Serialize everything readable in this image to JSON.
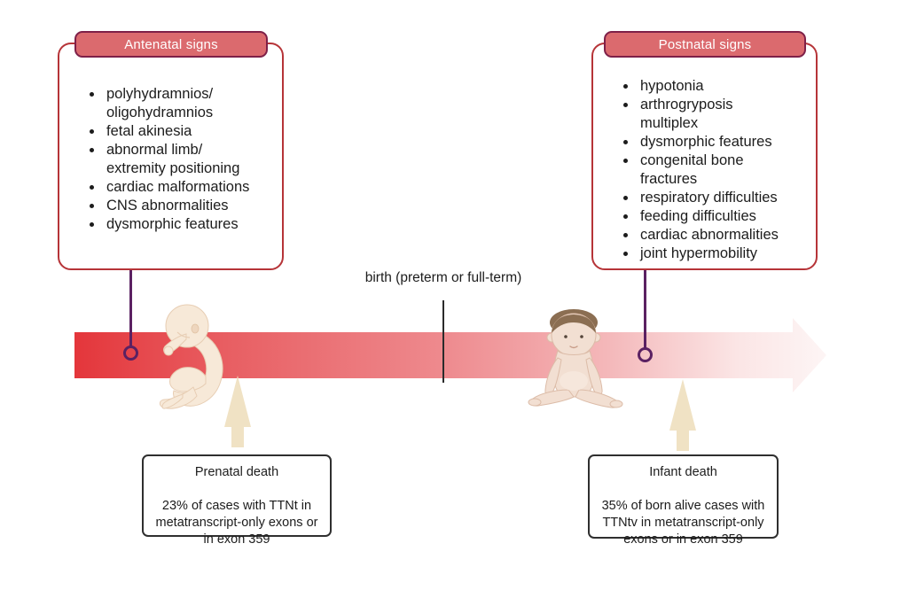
{
  "figure": {
    "type": "timeline-diagram",
    "topic": "antenatal and postnatal signs with prenatal and infant death statistics"
  },
  "colors": {
    "header_fill": "#db6a6e",
    "header_border": "#7e2048",
    "panel_border": "#b63438",
    "connector_purple": "#5b2162",
    "timeline_red_start": "#e4363b",
    "timeline_red_end": "#fdf5f5",
    "cream_arrow": "#f0e2c4",
    "death_box_border": "#2f2f2f",
    "text": "#1c1c1c",
    "header_text": "#ffffff"
  },
  "antenatal": {
    "title": "Antenatal signs",
    "items": [
      "polyhydramnios/\noligohydramnios",
      "fetal akinesia",
      "abnormal limb/\nextremity positioning",
      "cardiac malformations",
      "CNS abnormalities",
      "dysmorphic features"
    ]
  },
  "postnatal": {
    "title": "Postnatal signs",
    "items": [
      "hypotonia",
      "arthrogryposis\nmultiplex",
      "dysmorphic features",
      "congenital bone\nfractures",
      "respiratory difficulties",
      "feeding difficulties",
      "cardiac abnormalities",
      "joint hypermobility"
    ]
  },
  "timeline": {
    "birth_label": "birth (preterm or full-term)"
  },
  "prenatal_death": {
    "title": "Prenatal death",
    "body": "23% of cases with TTNt in\nmetatranscript-only exons or\nin exon 359"
  },
  "infant_death": {
    "title": "Infant death",
    "body": "35% of born alive cases with\nTTNtv in metatranscript-only\nexons or in exon 359"
  },
  "illustrations": {
    "left": "curled fetus",
    "right": "sitting infant"
  }
}
